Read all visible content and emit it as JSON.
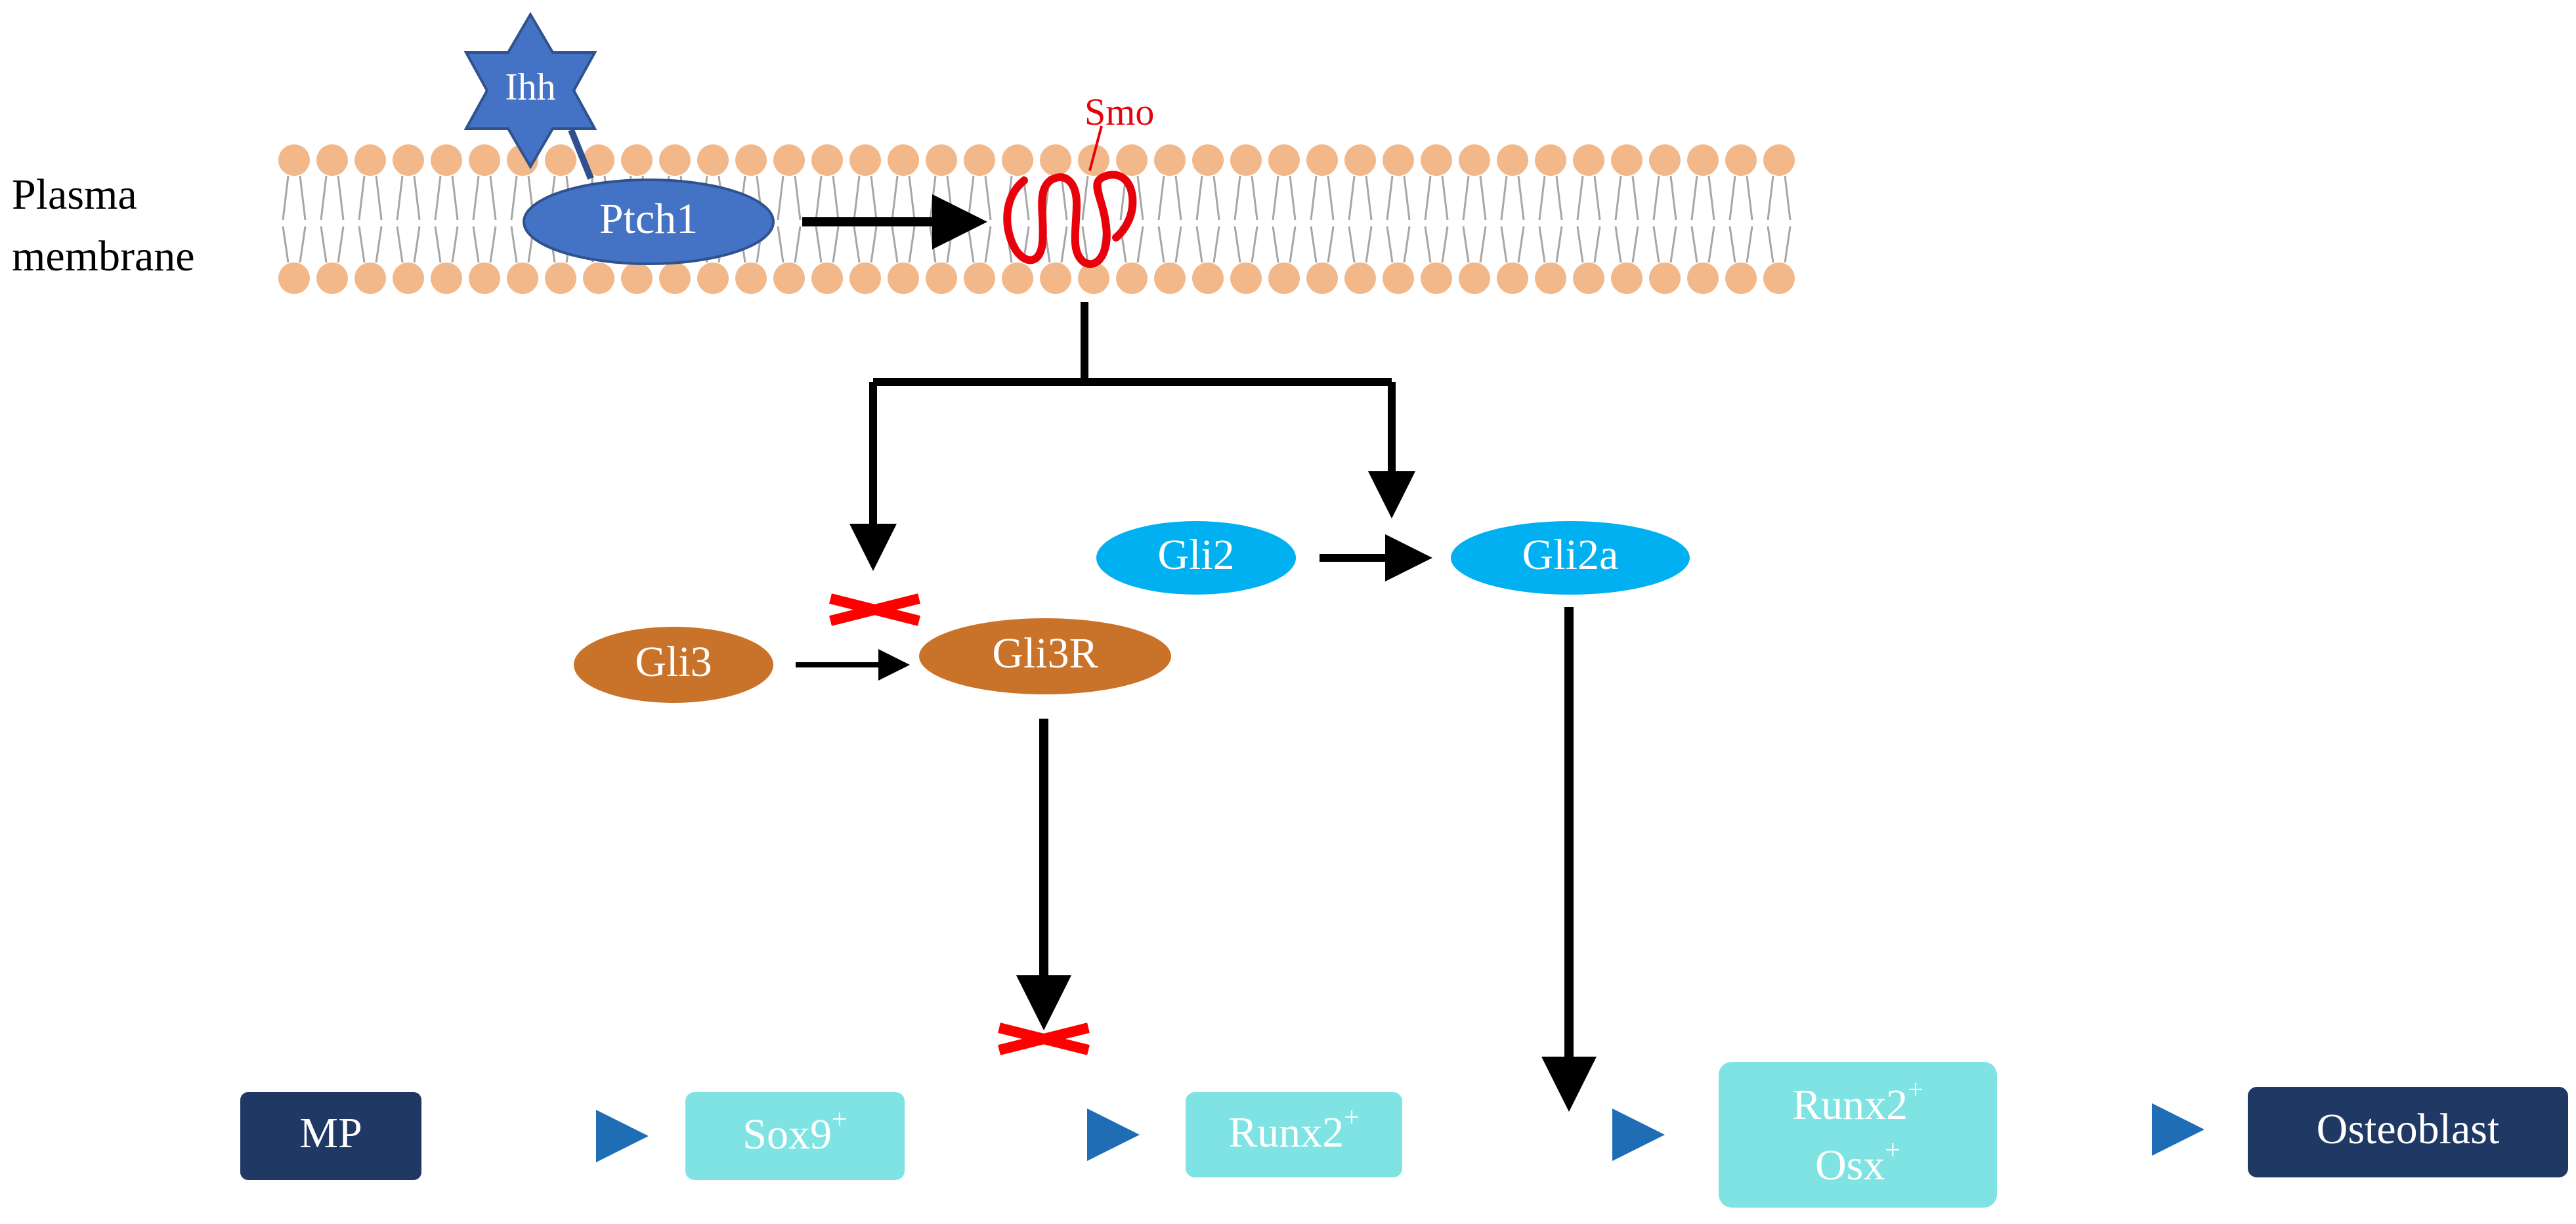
{
  "labels": {
    "membrane_line1": "Plasma",
    "membrane_line2": "membrane",
    "ligand": "Ihh",
    "receptor": "Ptch1",
    "smo": "Smo",
    "gli3": "Gli3",
    "gli3r": "Gli3R",
    "gli2": "Gli2",
    "gli2a": "Gli2a"
  },
  "stages": [
    {
      "id": "mp",
      "line1": "MP",
      "sup1": ""
    },
    {
      "id": "sox9",
      "line1": "Sox9",
      "sup1": "+"
    },
    {
      "id": "runx2",
      "line1": "Runx2",
      "sup1": "+"
    },
    {
      "id": "runx2-osx",
      "line1": "Runx2",
      "sup1": "+",
      "line2": "Osx",
      "sup2": "+"
    },
    {
      "id": "osteoblast",
      "line1": "Osteoblast",
      "sup1": ""
    }
  ],
  "colors": {
    "lipid_head": "#F3B88A",
    "lipid_tail": "#A6A6A6",
    "ihh_star": "#4472C4",
    "ptch1": "#4472C4",
    "smo": "#E8000B",
    "gli3": "#C9732A",
    "gli2": "#00B0F0",
    "inhibit_x": "#FF0000",
    "stage_dark": "#1F3864",
    "stage_light": "#7FE3E3",
    "stage_arrow": "#1F6DB5",
    "black_arrow": "#000000"
  }
}
